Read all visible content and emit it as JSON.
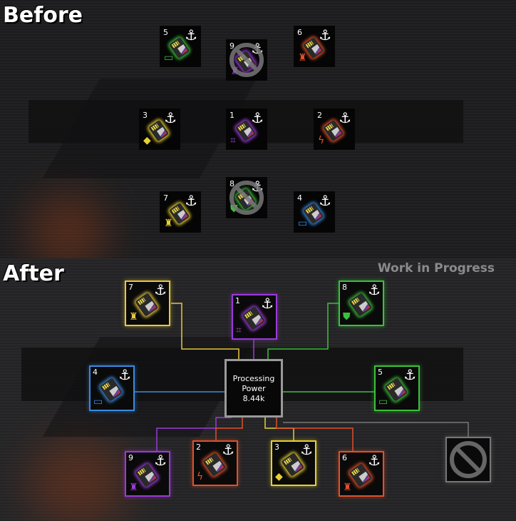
{
  "before": {
    "heading": "Before",
    "slots": [
      {
        "number": "5",
        "color": "#3ac23a",
        "sub_icon": "battery-icon",
        "disabled": false
      },
      {
        "number": "9",
        "color": "#9b3ad8",
        "sub_icon": "turret-icon",
        "disabled": true
      },
      {
        "number": "6",
        "color": "#e0502a",
        "sub_icon": "turret-icon",
        "disabled": false
      },
      {
        "number": "3",
        "color": "#e8d030",
        "sub_icon": "thruster-icon",
        "disabled": false
      },
      {
        "number": "1",
        "color": "#9b3ad8",
        "sub_icon": "circuit-icon",
        "disabled": false
      },
      {
        "number": "2",
        "color": "#e0502a",
        "sub_icon": "lightning-icon",
        "disabled": false
      },
      {
        "number": "7",
        "color": "#e8d030",
        "sub_icon": "turret-icon",
        "disabled": false
      },
      {
        "number": "8",
        "color": "#3ac23a",
        "sub_icon": "shield-icon",
        "disabled": true
      },
      {
        "number": "4",
        "color": "#3a8ae0",
        "sub_icon": "battery-icon",
        "disabled": false
      }
    ]
  },
  "after": {
    "heading": "After",
    "watermark": "Work in Progress",
    "processor": {
      "label_line1": "Processing",
      "label_line2": "Power",
      "value": "8.44k"
    },
    "slots": [
      {
        "number": "7",
        "color": "#e8c840",
        "sub_icon": "turret-icon",
        "disabled": false
      },
      {
        "number": "1",
        "color": "#9b3ad8",
        "sub_icon": "circuit-icon",
        "disabled": false
      },
      {
        "number": "8",
        "color": "#3ac23a",
        "sub_icon": "shield-icon",
        "disabled": false
      },
      {
        "number": "4",
        "color": "#3a8ae0",
        "sub_icon": "battery-icon",
        "disabled": false
      },
      {
        "number": "5",
        "color": "#3ac23a",
        "sub_icon": "battery-icon",
        "disabled": false
      },
      {
        "number": "9",
        "color": "#9b3ad8",
        "sub_icon": "turret-icon",
        "disabled": false
      },
      {
        "number": "2",
        "color": "#e0502a",
        "sub_icon": "lightning-icon",
        "disabled": false
      },
      {
        "number": "3",
        "color": "#e8d030",
        "sub_icon": "thruster-icon",
        "disabled": false
      },
      {
        "number": "6",
        "color": "#e0502a",
        "sub_icon": "turret-icon",
        "disabled": false
      },
      {
        "number": "",
        "color": "#777777",
        "sub_icon": "",
        "disabled": true
      }
    ]
  }
}
